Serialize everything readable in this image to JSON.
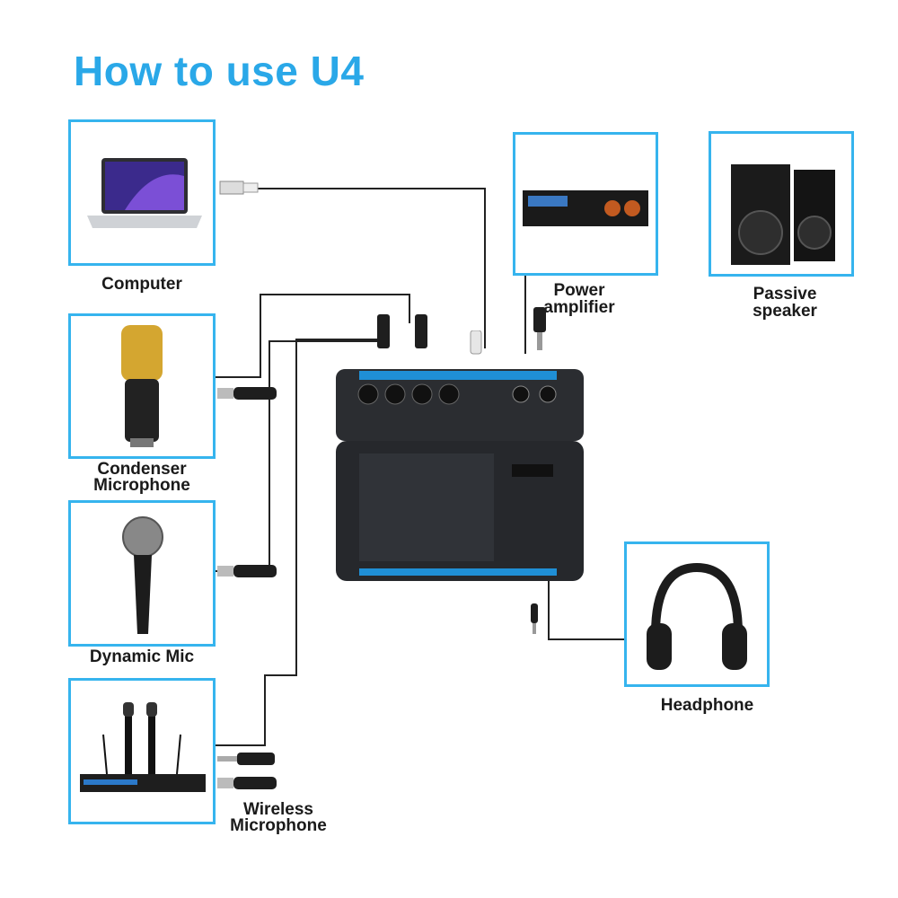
{
  "title": "How to use U4",
  "devices": {
    "computer": "Computer",
    "condenser_mic": [
      "Condenser",
      "Microphone"
    ],
    "dynamic_mic": "Dynamic Mic",
    "wireless_mic": [
      "Wireless",
      "Microphone"
    ],
    "power_amplifier": [
      "Power",
      "amplifier"
    ],
    "passive_speaker": [
      "Passive",
      "speaker"
    ],
    "headphone": "Headphone"
  },
  "colors": {
    "accent": "#2aa8e8",
    "box_border": "#36b4ee",
    "mixer_body": "#2b2d31",
    "mixer_stripe": "#1f8fd6"
  }
}
